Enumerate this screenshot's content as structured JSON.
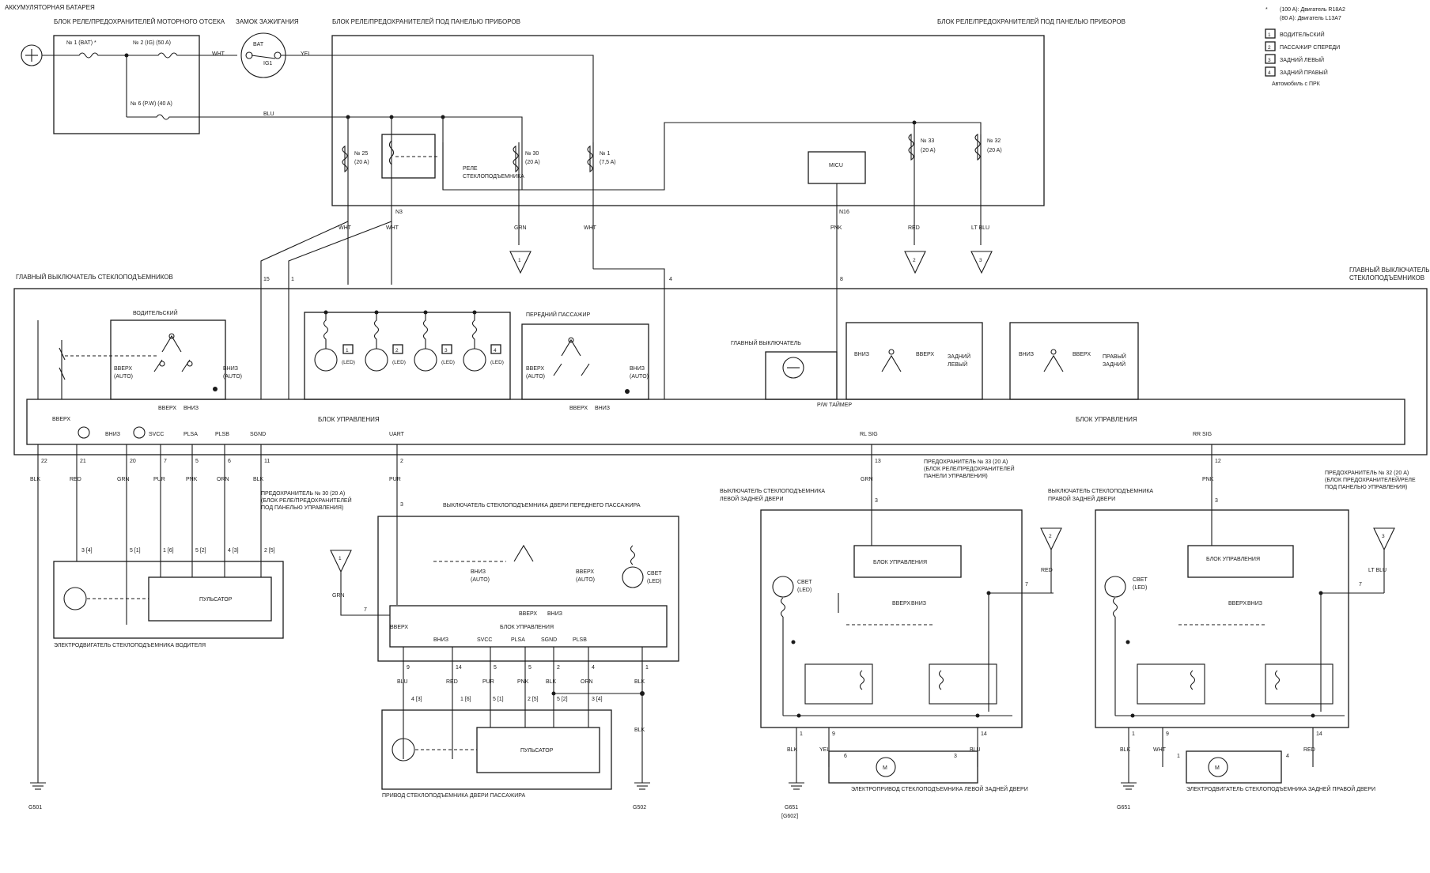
{
  "top": {
    "battery": "АККУМУЛЯТОРНАЯ БАТАРЕЯ",
    "engine_box": "БЛОК РЕЛЕ/ПРЕДОХРАНИТЕЛЕЙ МОТОРНОГО ОТСЕКА",
    "ignition": "ЗАМОК ЗАЖИГАНИЯ",
    "dash_box_left": "БЛОК РЕЛЕ/ПРЕДОХРАНИТЕЛЕЙ ПОД ПАНЕЛЬЮ ПРИБОРОВ",
    "dash_box_right": "БЛОК РЕЛЕ/ПРЕДОХРАНИТЕЛЕЙ ПОД ПАНЕЛЬЮ ПРИБОРОВ",
    "fuse1": "№ 1 (BAT) *",
    "fuse2": "№ 2 (IG) (50 A)",
    "fuse6": "№ 6 (P.W) (40 A)",
    "bat": "BAT",
    "ig1": "IG1",
    "f25_a": "№ 25",
    "f25_b": "(20 A)",
    "f30_a": "№ 30",
    "f30_b": "(20 A)",
    "f1_a": "№ 1",
    "f1_b": "(7,5 A)",
    "f33_a": "№ 33",
    "f33_b": "(20 A)",
    "f32_a": "№ 32",
    "f32_b": "(20 A)",
    "relay_a": "РЕЛЕ",
    "relay_b": "СТЕКЛОПОДЪЕМНИКА",
    "micu": "MICU",
    "n3": "N3",
    "n16": "N16"
  },
  "legend": {
    "note1": "(100 A): Двигатель R18A2",
    "note2": "(80 A): Двигатель L13A7",
    "star": "*",
    "l1": "ВОДИТЕЛЬСКИЙ",
    "l2": "ПАССАЖИР СПЕРЕДИ",
    "l3": "ЗАДНИЙ ЛЕВЫЙ",
    "l4": "ЗАДНИЙ ПРАВЫЙ",
    "l5": "Автомобиль с ПРК",
    "n1": "1",
    "n2": "2",
    "n3": "3",
    "n4": "4"
  },
  "wires": {
    "wht": "WHT",
    "yel": "YEL",
    "blu": "BLU",
    "grn": "GRN",
    "pnk": "PNK",
    "red": "RED",
    "ltblu": "LT BLU",
    "blk": "BLK",
    "pur": "PUR",
    "orn": "ORN"
  },
  "main_switch": {
    "title_left": "ГЛАВНЫЙ ВЫКЛЮЧАТЕЛЬ СТЕКЛОПОДЪЕМНИКОВ",
    "title_right_a": "ГЛАВНЫЙ ВЫКЛЮЧАТЕЛЬ",
    "title_right_b": "СТЕКЛОПОДЪЕМНИКОВ",
    "driver": "ВОДИТЕЛЬСКИЙ",
    "up": "ВВЕРХ",
    "down": "ВНИЗ",
    "auto": "(AUTO)",
    "led": "(LED)",
    "front_pass": "ПЕРЕДНИЙ ПАССАЖИР",
    "main_sw": "ГЛАВНЫЙ ВЫКЛЮЧАТЕЛЬ",
    "rear_left_a": "ЗАДНИЙ",
    "rear_left_b": "ЛЕВЫЙ",
    "rear_right_a": "ПРАВЫЙ",
    "rear_right_b": "ЗАДНИЙ",
    "control": "БЛОК УПРАВЛЕНИЯ",
    "pw_timer": "P/W ТАЙМЕР",
    "svcc": "SVCC",
    "plsa": "PLSA",
    "plsb": "PLSB",
    "sgnd": "SGND",
    "uart": "UART",
    "rlsig": "RL SIG",
    "rrsig": "RR SIG"
  },
  "bottom": {
    "fuse30_a": "ПРЕДОХРАНИТЕЛЬ № 30 (20 A)",
    "fuse30_b": "(БЛОК РЕЛЕ/ПРЕДОХРАНИТЕЛЕЙ",
    "fuse30_c": "ПОД ПАНЕЛЬЮ УПРАВЛЕНИЯ)",
    "driver_motor": "ЭЛЕКТРОДВИГАТЕЛЬ СТЕКЛОПОДЪЕМНИКА ВОДИТЕЛЯ",
    "pulsator": "ПУЛЬСАТОР",
    "pass_switch": "ВЫКЛЮЧАТЕЛЬ СТЕКЛОПОДЪЕМНИКА ДВЕРИ ПЕРЕДНЕГО ПАССАЖИРА",
    "light": "СВЕТ",
    "pass_drive": "ПРИВОД СТЕКЛОПОДЪЕМНИКА ДВЕРИ ПАССАЖИРА",
    "rl_switch_a": "ВЫКЛЮЧАТЕЛЬ СТЕКЛОПОДЪЕМНИКА",
    "rl_switch_b": "ЛЕВОЙ ЗАДНЕЙ ДВЕРИ",
    "rr_switch_a": "ВЫКЛЮЧАТЕЛЬ СТЕКЛОПОДЪЕМНИКА",
    "rr_switch_b": "ПРАВОЙ ЗАДНЕЙ ДВЕРИ",
    "fuse33_a": "ПРЕДОХРАНИТЕЛЬ № 33 (20 A)",
    "fuse33_b": "(БЛОК РЕЛЕ/ПРЕДОХРАНИТЕЛЕЙ",
    "fuse33_c": "ПАНЕЛИ УПРАВЛЕНИЯ)",
    "fuse32_a": "ПРЕДОХРАНИТЕЛЬ № 32 (20 A)",
    "fuse32_b": "(БЛОК ПРЕДОХРАНИТЕЛЕЙ/РЕЛЕ",
    "fuse32_c": "ПОД ПАНЕЛЬЮ УПРАВЛЕНИЯ)",
    "rl_drive": "ЭЛЕКТРОПРИВОД СТЕКЛОПОДЪЕМНИКА ЛЕВОЙ ЗАДНЕЙ ДВЕРИ",
    "rr_motor": "ЭЛЕКТРОДВИГАТЕЛЬ СТЕКЛОПОДЪЕМНИКА ЗАДНЕЙ ПРАВОЙ ДВЕРИ",
    "g501": "G501",
    "g502": "G502",
    "g651": "G651",
    "g602": "[G602]",
    "motor_m": "M"
  },
  "pins": {
    "p1": "1",
    "p2": "2",
    "p3": "3",
    "p4": "4",
    "p5": "5",
    "p6": "6",
    "p7": "7",
    "p8": "8",
    "p9": "9",
    "p11": "11",
    "p12": "12",
    "p13": "13",
    "p14": "14",
    "p15": "15",
    "p20": "20",
    "p21": "21",
    "p22": "22",
    "b3_4": "3 [4]",
    "b5_1": "5 [1]",
    "b1_6": "1 [6]",
    "b5_2": "5 [2]",
    "b4_3": "4 [3]",
    "b2_5": "2 [5]",
    "c4_3": "4 [3]",
    "c1_6": "1 [6]",
    "c5_1": "5 [1]",
    "c2_5": "2 [5]",
    "c5_2": "5 [2]",
    "c3_4": "3 [4]"
  }
}
